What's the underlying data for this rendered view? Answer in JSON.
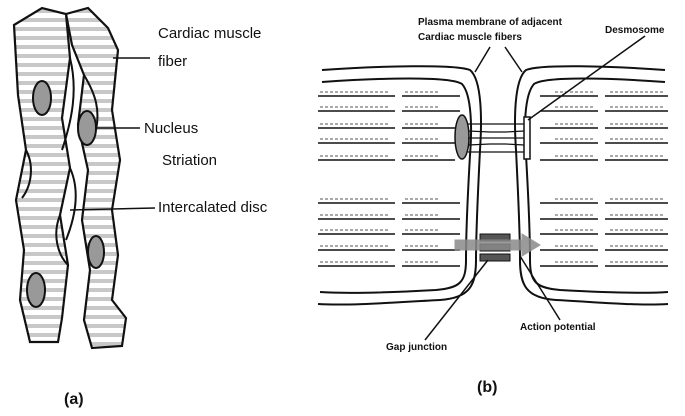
{
  "panel_a": {
    "letter": "(a)",
    "labels": {
      "fiber_line1": "Cardiac muscle",
      "fiber_line2": "fiber",
      "nucleus": "Nucleus",
      "striation": "Striation",
      "intercalated_disc": "Intercalated disc"
    }
  },
  "panel_b": {
    "letter": "(b)",
    "labels": {
      "membrane_line1": "Plasma membrane of adjacent",
      "membrane_line2": "Cardiac muscle fibers",
      "desmosome": "Desmosome",
      "action_potential": "Action potential",
      "gap_junction": "Gap junction"
    }
  },
  "colors": {
    "stroke": "#111111",
    "striation": "#c8c8c8",
    "nucleus_fill": "#999999",
    "arrow": "#8a8a8a"
  }
}
